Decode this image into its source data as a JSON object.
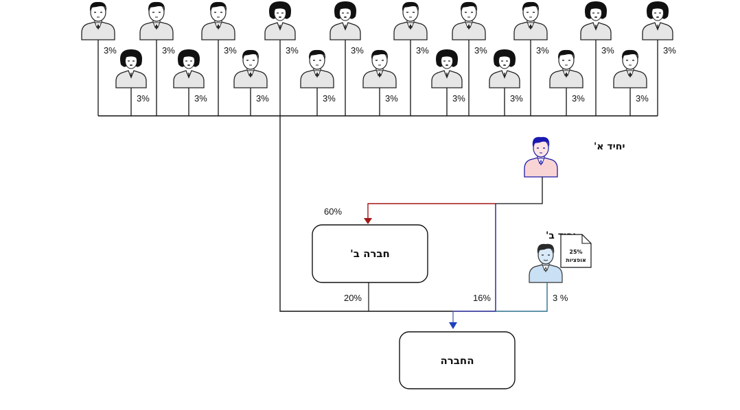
{
  "diagram": {
    "type": "ownership-structure",
    "shareholders_top_row": [
      {
        "gender": "male",
        "stake": "3%"
      },
      {
        "gender": "male",
        "stake": "3%"
      },
      {
        "gender": "male",
        "stake": "3%"
      },
      {
        "gender": "female",
        "stake": "3%"
      },
      {
        "gender": "female",
        "stake": "3%"
      },
      {
        "gender": "male",
        "stake": "3%"
      },
      {
        "gender": "male",
        "stake": "3%"
      },
      {
        "gender": "male",
        "stake": "3%"
      },
      {
        "gender": "female",
        "stake": "3%"
      },
      {
        "gender": "female",
        "stake": "3%"
      }
    ],
    "shareholders_bottom_row": [
      {
        "gender": "female",
        "stake": "3%"
      },
      {
        "gender": "female",
        "stake": "3%"
      },
      {
        "gender": "male",
        "stake": "3%"
      },
      {
        "gender": "male",
        "stake": "3%"
      },
      {
        "gender": "male",
        "stake": "3%"
      },
      {
        "gender": "female",
        "stake": "3%"
      },
      {
        "gender": "female",
        "stake": "3%"
      },
      {
        "gender": "male",
        "stake": "3%"
      },
      {
        "gender": "male",
        "stake": "3%"
      }
    ],
    "individual_a": {
      "label": "יחיד א'",
      "color": "#f9d4d4",
      "outline": "#1a1aa6"
    },
    "individual_b": {
      "label": "יחיד ב'",
      "color": "#c9e0f5",
      "outline": "#333333",
      "stake": "3 %"
    },
    "options_document": {
      "percent": "25%",
      "label": "אופציות"
    },
    "company_b": {
      "label": "חברה ב'",
      "stake_in_company": "20%"
    },
    "company": {
      "label": "החברה"
    },
    "edges": {
      "a_to_company_b": {
        "label": "60%",
        "color": "#a31515"
      },
      "a_to_company": {
        "label": "16%",
        "color": "#1f1f8f"
      },
      "b_to_company_color": "#2b6f8a",
      "arrow_to_company_color": "#1f3fbf"
    }
  }
}
